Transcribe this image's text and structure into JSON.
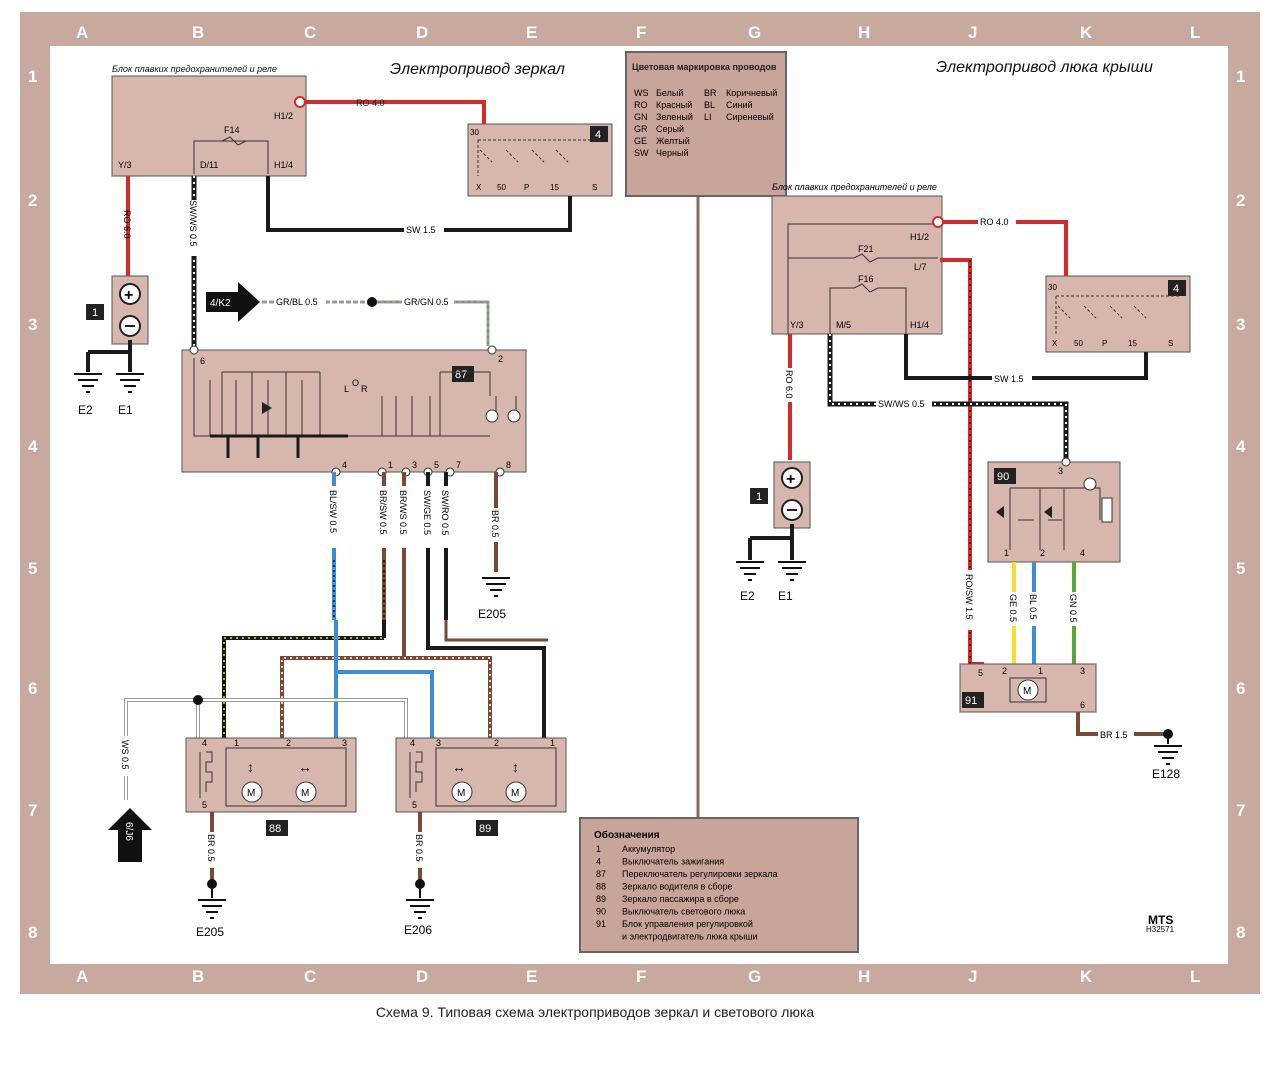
{
  "grid": {
    "columns": [
      "A",
      "B",
      "C",
      "D",
      "E",
      "F",
      "G",
      "H",
      "J",
      "K",
      "L"
    ],
    "rows": [
      "1",
      "2",
      "3",
      "4",
      "5",
      "6",
      "7",
      "8"
    ]
  },
  "left": {
    "title": "Электропривод зеркал",
    "fuse_block_label": "Блок плавких предохранителей и реле",
    "fuse": "F14",
    "pins": {
      "h12": "H1/2",
      "y3": "Y/3",
      "d11": "D/11",
      "h14": "H1/4"
    },
    "wires": {
      "ro40": "RO 4.0",
      "ro60": "RO 6.0",
      "swws05": "SW/WS 0.5",
      "sw15": "SW 1.5",
      "grbl": "GR/BL 0.5",
      "grgn": "GR/GN 0.5",
      "blsw": "BL/SW 0.5",
      "brsw": "BR/SW 0.5",
      "brws": "BR/WS 0.5",
      "swge": "SW/GE 0.5",
      "swro": "SW/RO 0.5",
      "br05": "BR 0.5",
      "ws05": "WS 0.5"
    },
    "connector_ref": "4/K2",
    "battery_id": "1",
    "ignition_id": "4",
    "ignition_pins": {
      "p30": "30",
      "px": "X",
      "p50": "50",
      "pp": "P",
      "p15": "15",
      "ps": "S"
    },
    "switch_id": "87",
    "switch_pins": [
      "6",
      "2",
      "4",
      "1",
      "3",
      "5",
      "7",
      "8"
    ],
    "switch_lor": {
      "l": "L",
      "o": "O",
      "r": "R"
    },
    "mirror88_id": "88",
    "mirror89_id": "89",
    "mirror_pins": {
      "p4": "4",
      "p1": "1",
      "p2": "2",
      "p3": "3",
      "p5": "5"
    },
    "motor": "M",
    "ground_e2": "E2",
    "ground_e1": "E1",
    "ground_e205": "E205",
    "ground_e205b": "E205",
    "ground_e206": "E206",
    "arrow_ref": "6/J6"
  },
  "legend_colors": {
    "title": "Цветовая маркировка проводов",
    "items": [
      {
        "code": "WS",
        "name": "Белый"
      },
      {
        "code": "RO",
        "name": "Красный"
      },
      {
        "code": "GN",
        "name": "Зеленый"
      },
      {
        "code": "GR",
        "name": "Серый"
      },
      {
        "code": "GE",
        "name": "Желтый"
      },
      {
        "code": "SW",
        "name": "Черный"
      },
      {
        "code": "BR",
        "name": "Коричневый"
      },
      {
        "code": "BL",
        "name": "Синий"
      },
      {
        "code": "LI",
        "name": "Сиреневый"
      }
    ]
  },
  "right": {
    "title": "Электропривод люка крыши",
    "fuse_block_label": "Блок плавких предохранителей и реле",
    "fuses": {
      "f21": "F21",
      "f16": "F16"
    },
    "pins": {
      "h12": "H1/2",
      "l7": "L/7",
      "y3": "Y/3",
      "m5": "M/5",
      "h14": "H1/4"
    },
    "wires": {
      "ro40": "RO 4.0",
      "ro60": "RO 6.0",
      "sw15": "SW 1.5",
      "swws05": "SW/WS 0.5",
      "rosw": "RO/SW 1.5",
      "ge05": "GE 0.5",
      "bl05": "BL 0.5",
      "gn05": "GN 0.5",
      "br15": "BR 1.5"
    },
    "battery_id": "1",
    "ignition_id": "4",
    "ignition_pins": {
      "p30": "30",
      "px": "X",
      "p50": "50",
      "pp": "P",
      "p15": "15",
      "ps": "S"
    },
    "switch_id": "90",
    "switch_pins": {
      "p3": "3",
      "p1": "1",
      "p2": "2",
      "p4": "4"
    },
    "unit_id": "91",
    "unit_pins": {
      "p5": "5",
      "p2": "2",
      "p1": "1",
      "p3": "3",
      "p6": "6"
    },
    "motor": "M",
    "ground_e2": "E2",
    "ground_e1": "E1",
    "ground_e128": "E128"
  },
  "legend_designations": {
    "title": "Обозначения",
    "items": [
      {
        "num": "1",
        "text": "Аккумулятор"
      },
      {
        "num": "4",
        "text": "Выключатель зажигания"
      },
      {
        "num": "87",
        "text": "Переключатель регулировки зеркала"
      },
      {
        "num": "88",
        "text": "Зеркало водителя в сборе"
      },
      {
        "num": "89",
        "text": "Зеркало пассажира в сборе"
      },
      {
        "num": "90",
        "text": "Выключатель светового люка"
      },
      {
        "num": "91",
        "text": "Блок управления регулировкой"
      },
      {
        "num": "",
        "text": "и электродвигатель люка крыши"
      }
    ]
  },
  "logo": "MTS",
  "code": "H32571",
  "caption": "Схема 9. Типовая схема электроприводов зеркал и светового люка",
  "colors": {
    "frame": "#c7a9a0",
    "paper": "#ffffff",
    "box": "#d7b7ad",
    "wire_red": "#d62a2a",
    "wire_black": "#1a1a1a",
    "wire_brown": "#7a4a36",
    "wire_blue": "#3d8ed8",
    "wire_yellow": "#f2e22a",
    "wire_green": "#5aa83a",
    "wire_gray": "#9a9a9a"
  }
}
